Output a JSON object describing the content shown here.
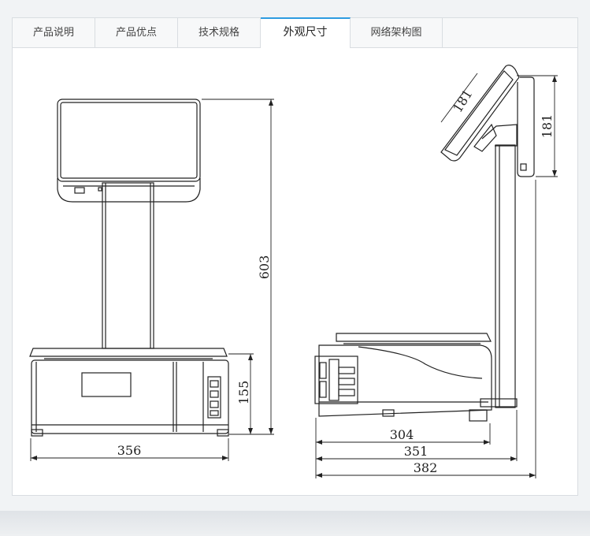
{
  "tabs": [
    {
      "label": "产品说明",
      "active": false
    },
    {
      "label": "产品优点",
      "active": false
    },
    {
      "label": "技术规格",
      "active": false
    },
    {
      "label": "外观尺寸",
      "active": true
    },
    {
      "label": "网络架构图",
      "active": false
    }
  ],
  "accent_color": "#2e9be0",
  "dimensions": {
    "front_height": "603",
    "front_base_height": "155",
    "front_width": "356",
    "side_platter": "304",
    "side_base": "351",
    "side_total": "382",
    "screen_diag": "181",
    "screen_height": "181"
  }
}
